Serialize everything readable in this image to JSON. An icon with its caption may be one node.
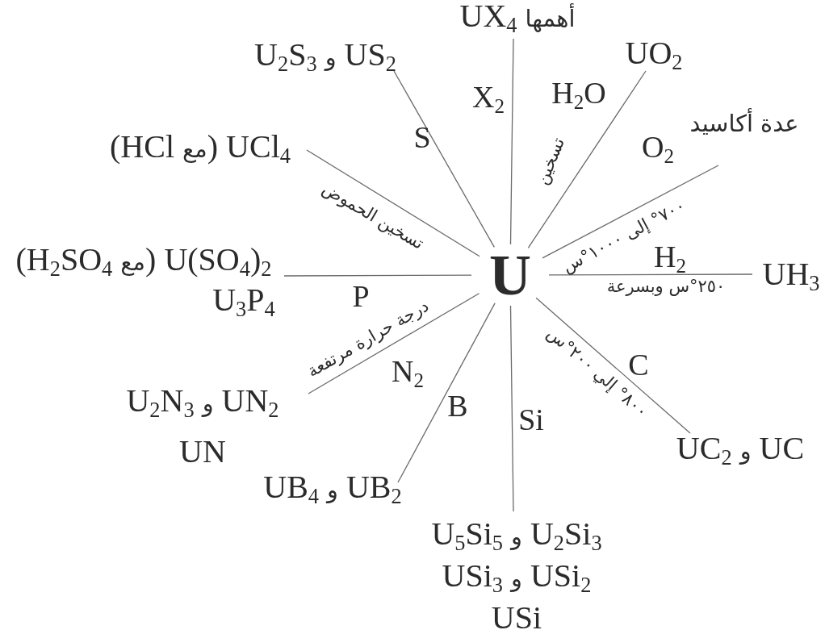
{
  "diagram": {
    "nodes": [
      {
        "text": [
          "U"
        ]
      },
      {
        "text": [
          "أهمها UX$_{4}$"
        ]
      },
      {
        "text": [
          "US$_{2}$ و U$_{2}$S$_{3}$"
        ]
      },
      {
        "text": [
          "UO$_{2}$"
        ]
      },
      {
        "text": [
          "عدة أكاسيد"
        ]
      },
      {
        "text": [
          "UCl$_{4}$ (مع HCl)"
        ]
      },
      {
        "text": [
          "UH$_{3}$"
        ]
      },
      {
        "text": [
          "U(SO$_{4}$)$_{2}$ (مع H$_{2}$SO$_{4}$)"
        ]
      },
      {
        "text": [
          "U$_{3}$P$_{4}$"
        ]
      },
      {
        "text": [
          "UN$_{2}$ و U$_{2}$N$_{3}$",
          "UN"
        ]
      },
      {
        "text": [
          "UB$_{2}$ و UB$_{4}$"
        ]
      },
      {
        "text": [
          "U$_{2}$Si$_{3}$ و U$_{5}$Si$_{5}$",
          "USi$_{2}$ و USi$_{3}$",
          "USi"
        ]
      },
      {
        "text": [
          "UC و UC$_{2}$"
        ]
      }
    ],
    "edges": [
      {
        "from": 0,
        "to": 1,
        "arrow": "none",
        "label": "X$_{2}$"
      },
      {
        "from": 0,
        "to": 2,
        "arrow": "none",
        "label": "S"
      },
      {
        "from": 0,
        "to": 3,
        "arrow": "none",
        "label": "H$_{2}$O"
      },
      {
        "from": 0,
        "to": 4,
        "arrow": "none",
        "label": "O$_{2}$"
      },
      {
        "from": 0,
        "to": 5,
        "arrow": "none",
        "label": "تسخين الحموض"
      },
      {
        "from": 0,
        "to": 6,
        "arrow": "none",
        "label": "H$_{2}$"
      },
      {
        "from": 0,
        "to": 7,
        "arrow": "none"
      },
      {
        "from": 0,
        "to": 8,
        "arrow": "none",
        "label": "P"
      },
      {
        "from": 0,
        "to": 9,
        "arrow": "none",
        "label": "N$_{2}$"
      },
      {
        "from": 0,
        "to": 10,
        "arrow": "none",
        "label": "B"
      },
      {
        "from": 0,
        "to": 11,
        "arrow": "none",
        "label": "Si"
      },
      {
        "from": 0,
        "to": 12,
        "arrow": "none",
        "label": "C"
      }
    ],
    "labels": [
      "تسخين",
      "٧٠٠° إلى ١٠٠٠°س",
      "٢٥٠°س وبسرعة",
      "درجة حرارة مرتفعة",
      "٨٠٠° إلي ٢٠٠°س"
    ]
  }
}
